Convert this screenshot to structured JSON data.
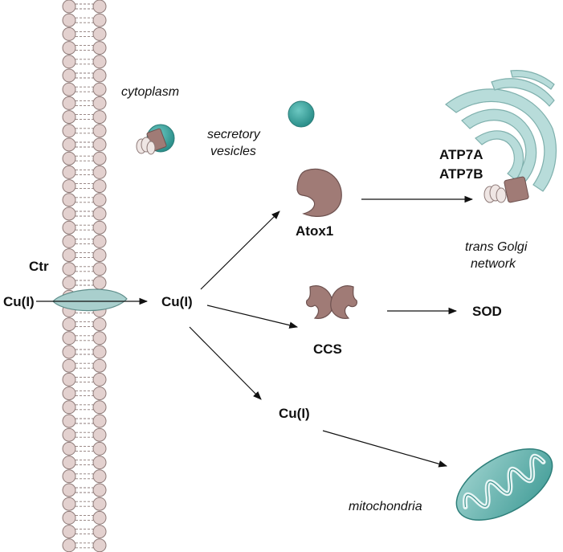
{
  "labels": {
    "cytoplasm": "cytoplasm",
    "secretory_line1": "secretory",
    "secretory_line2": "vesicles",
    "atp7a": "ATP7A",
    "atp7b": "ATP7B",
    "atox1": "Atox1",
    "trans_golgi_line1": "trans Golgi",
    "trans_golgi_line2": "network",
    "ctr": "Ctr",
    "cu_outside": "Cu(I)",
    "cu_center": "Cu(I)",
    "ccs": "CCS",
    "sod": "SOD",
    "cu_mito": "Cu(I)",
    "mitochondria": "mitochondria"
  },
  "colors": {
    "lipid_head": "#e3d1cf",
    "lipid_outline": "#8e7a78",
    "teal": "#3aa6a0",
    "teal_light": "#bfe0de",
    "chaperone": "#a07b76",
    "chaperone_dark": "#6e5250",
    "golgi_fill": "#b8dcda",
    "golgi_stroke": "#7fb0ad",
    "ctr_fill": "#a9cfcd",
    "arrow": "#111111"
  }
}
